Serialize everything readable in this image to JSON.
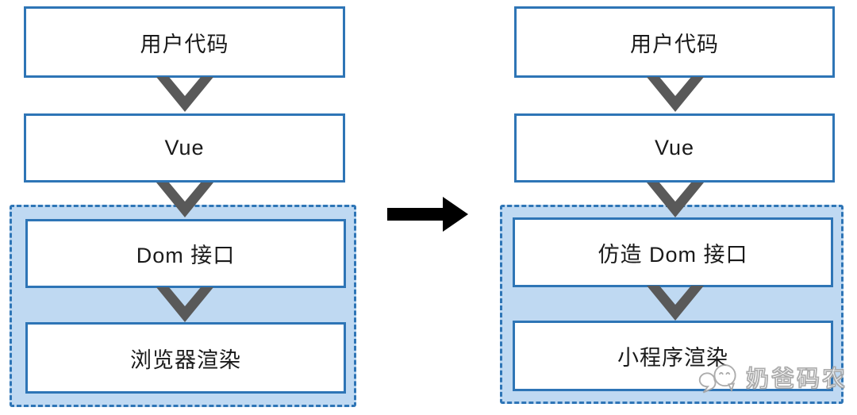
{
  "colors": {
    "box-border": "#2e75b6",
    "group-fill": "#bfd9f2",
    "chevron": "#595959",
    "arrow": "#000000",
    "watermark": "#a6a6a6",
    "text": "#1a1a1a"
  },
  "flows": [
    {
      "id": "browser-rendering-flow",
      "steps": [
        "用户代码",
        "Vue",
        "Dom 接口",
        "浏览器渲染"
      ]
    },
    {
      "id": "miniprogram-rendering-flow",
      "steps": [
        "用户代码",
        "Vue",
        "仿造 Dom 接口",
        "小程序渲染"
      ]
    }
  ],
  "icons": {
    "flow-connector": "chevron-down",
    "transform": "arrow-right",
    "watermark-logo": "chat-bubbles"
  },
  "watermark": {
    "text": "奶爸码农"
  }
}
